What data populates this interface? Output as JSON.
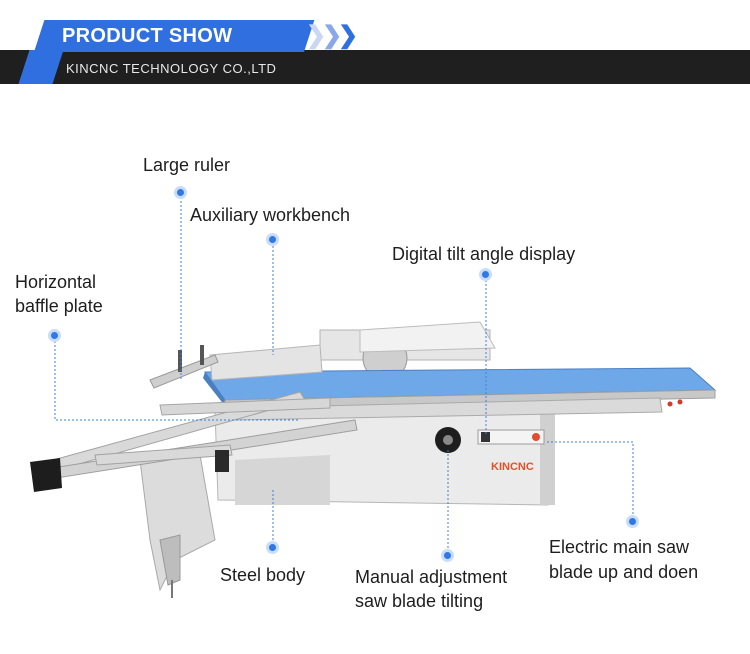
{
  "header": {
    "title": "PRODUCT SHOW",
    "company": "KINCNC TECHNOLOGY CO.,LTD",
    "accent_color": "#2f6fe0",
    "bar_color": "#1f1f1f",
    "chevron_icon": "triple-chevron-right"
  },
  "machine": {
    "brand_label": "KINCNC",
    "description": "sliding table panel saw"
  },
  "callouts": [
    {
      "id": "large-ruler",
      "text": "Large ruler"
    },
    {
      "id": "auxiliary-workbench",
      "text": "Auxiliary workbench"
    },
    {
      "id": "digital-tilt",
      "text": "Digital tilt angle display"
    },
    {
      "id": "horizontal-baffle",
      "line1": "Horizontal",
      "line2": "baffle plate"
    },
    {
      "id": "steel-body",
      "text": "Steel body"
    },
    {
      "id": "manual-adjustment",
      "line1": "Manual adjustment",
      "line2": "saw blade tilting"
    },
    {
      "id": "electric-saw",
      "line1": "Electric main saw",
      "line2": "blade up and doen"
    }
  ]
}
